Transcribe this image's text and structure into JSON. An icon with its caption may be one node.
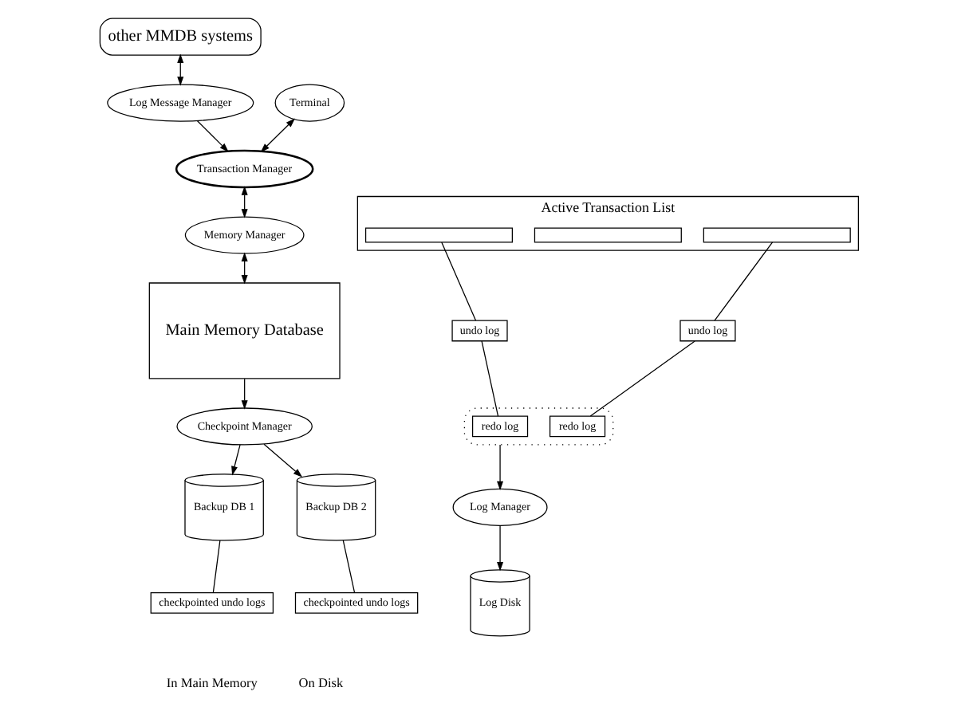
{
  "diagram": {
    "nodes": [
      {
        "text": [
          "other MMDB systems"
        ]
      },
      {
        "text": [
          "Terminal"
        ]
      },
      {
        "text": [
          "Log Message Manager"
        ]
      },
      {
        "text": [
          "Transaction Manager"
        ]
      },
      {
        "text": [
          "Memory Manager"
        ]
      },
      {
        "text": [
          "Main Memory Database"
        ]
      },
      {
        "text": [
          "Active Transaction List"
        ]
      },
      {
        "text": [],
        "shape": "box",
        "in": 6
      },
      {
        "text": [],
        "shape": "box",
        "in": 6
      },
      {
        "text": [],
        "shape": "box",
        "in": 6
      },
      {
        "text": [
          "undo log"
        ]
      },
      {
        "text": [
          "undo log"
        ]
      },
      {
        "text": [],
        "shape": "ellipse"
      },
      {
        "text": [
          "redo log"
        ],
        "in": 12
      },
      {
        "text": [
          "redo log"
        ],
        "in": 12
      },
      {
        "text": [
          "Log Manager"
        ]
      },
      {
        "text": [
          "Log Disk"
        ]
      },
      {
        "text": [
          "Checkpoint Manager"
        ]
      },
      {
        "text": [
          "Backup DB 1"
        ]
      },
      {
        "text": [
          "checkpointed undo logs"
        ]
      },
      {
        "text": [
          "Backup DB 2"
        ]
      },
      {
        "text": [
          "checkpointed undo logs"
        ]
      }
    ],
    "edges": [
      {
        "from": 0,
        "to": 2,
        "arrow": "both"
      },
      {
        "from": 1,
        "to": 3,
        "arrow": "both"
      },
      {
        "from": 2,
        "to": 3,
        "arrow": "to"
      },
      {
        "from": 3,
        "to": 4,
        "arrow": "both"
      },
      {
        "from": 4,
        "to": 5,
        "arrow": "both"
      },
      {
        "from": 7,
        "to": 10,
        "arrow": "none"
      },
      {
        "from": 9,
        "to": 11,
        "arrow": "none"
      },
      {
        "from": 10,
        "to": 13,
        "arrow": "none"
      },
      {
        "from": 11,
        "to": 14,
        "arrow": "none"
      },
      {
        "from": 12,
        "to": 15,
        "arrow": "to"
      },
      {
        "from": 15,
        "to": 16,
        "arrow": "to"
      },
      {
        "from": 5,
        "to": 17,
        "arrow": "to"
      },
      {
        "from": 17,
        "to": 18,
        "arrow": "to"
      },
      {
        "from": 17,
        "to": 20,
        "arrow": "to"
      },
      {
        "from": 18,
        "to": 19,
        "arrow": "none"
      },
      {
        "from": 20,
        "to": 21,
        "arrow": "none"
      }
    ],
    "labels": [
      "In Main Memory",
      "On Disk"
    ]
  }
}
